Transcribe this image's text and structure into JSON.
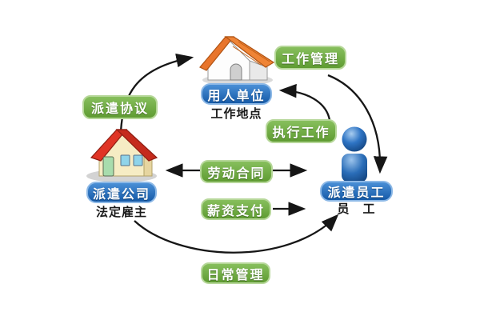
{
  "diagram": {
    "labels": {
      "dispatch_agreement": "派遣协议",
      "work_management": "工作管理",
      "employer_unit": "用人单位",
      "work_location": "工作地点",
      "execute_work": "执行工作",
      "labor_contract": "劳动合同",
      "salary_payment": "薪资支付",
      "dispatch_company": "派遣公司",
      "legal_employer": "法定雇主",
      "dispatch_employee": "派遣员工",
      "employee": "员　工",
      "daily_management": "日常管理"
    },
    "icons": [
      {
        "name": "company-house-icon",
        "depicts": "派遣公司 house with red roof"
      },
      {
        "name": "employer-house-icon",
        "depicts": "用人单位 house with orange tiled roof"
      },
      {
        "name": "employee-person-icon",
        "depicts": "派遣员工 blue glossy person figure"
      }
    ],
    "edges": [
      {
        "from": "dispatch-company",
        "to": "employer-unit",
        "label": "派遣协议",
        "style": "curved-arrow"
      },
      {
        "from": "employer-unit",
        "to": "dispatch-employee",
        "label": "工作管理",
        "style": "curved-arrow"
      },
      {
        "from": "dispatch-employee",
        "to": "employer-unit",
        "label": "执行工作",
        "style": "curved-arrow"
      },
      {
        "from": "dispatch-company",
        "to": "dispatch-employee",
        "label": "劳动合同",
        "style": "double-headed-arrow"
      },
      {
        "from": "dispatch-company",
        "to": "dispatch-employee",
        "label": "薪资支付",
        "style": "arrow"
      },
      {
        "from": "dispatch-company",
        "to": "dispatch-employee",
        "label": "日常管理",
        "style": "curved-arrow"
      }
    ],
    "colors": {
      "green_box": "#6aa83d",
      "green_border": "#b6d799",
      "blue_box": "#1e6cc0",
      "blue_border": "#8cb8e6",
      "arrow": "#161616",
      "red_roof": "#da3526",
      "orange_roof": "#e8752c",
      "caption_text": "#1a1a1a",
      "background": "#ffffff"
    }
  }
}
